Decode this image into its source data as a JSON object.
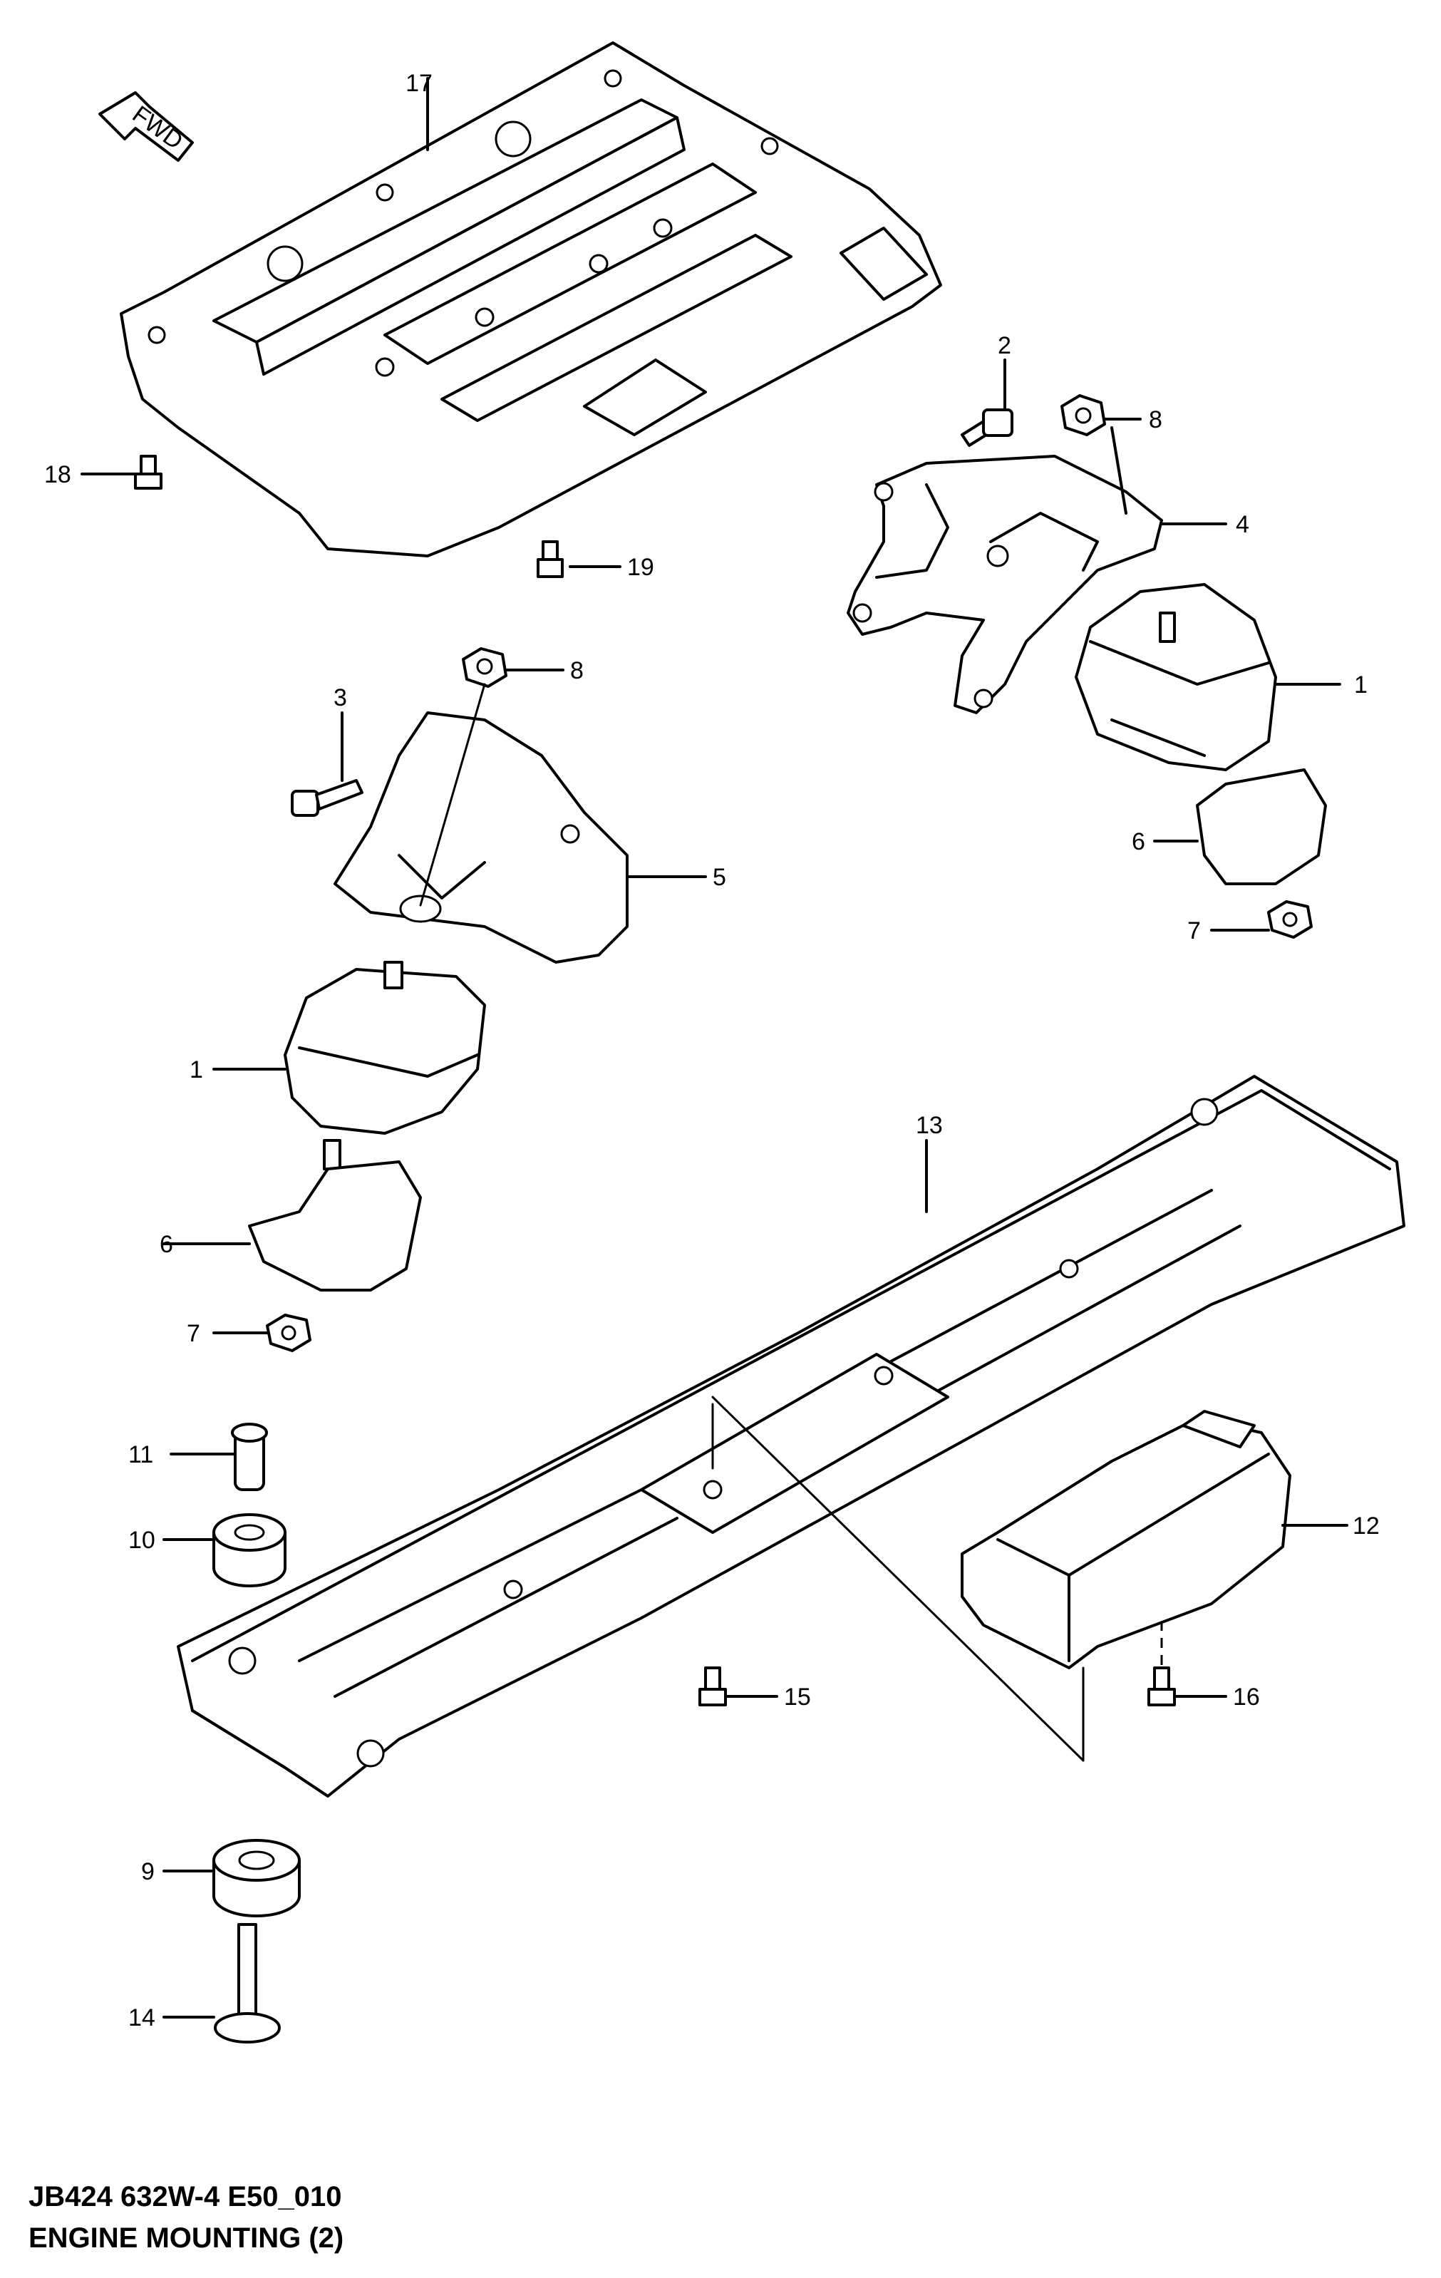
{
  "diagram": {
    "code": "JB424 632W-4 E50_010",
    "title": "ENGINE MOUNTING (2)",
    "direction_label": "FWD",
    "callouts": [
      {
        "number": "1"
      },
      {
        "number": "1"
      },
      {
        "number": "2"
      },
      {
        "number": "3"
      },
      {
        "number": "4"
      },
      {
        "number": "5"
      },
      {
        "number": "6"
      },
      {
        "number": "6"
      },
      {
        "number": "7"
      },
      {
        "number": "7"
      },
      {
        "number": "8"
      },
      {
        "number": "8"
      },
      {
        "number": "9"
      },
      {
        "number": "10"
      },
      {
        "number": "11"
      },
      {
        "number": "12"
      },
      {
        "number": "13"
      },
      {
        "number": "14"
      },
      {
        "number": "15"
      },
      {
        "number": "16"
      },
      {
        "number": "17"
      },
      {
        "number": "18"
      },
      {
        "number": "19"
      }
    ]
  }
}
